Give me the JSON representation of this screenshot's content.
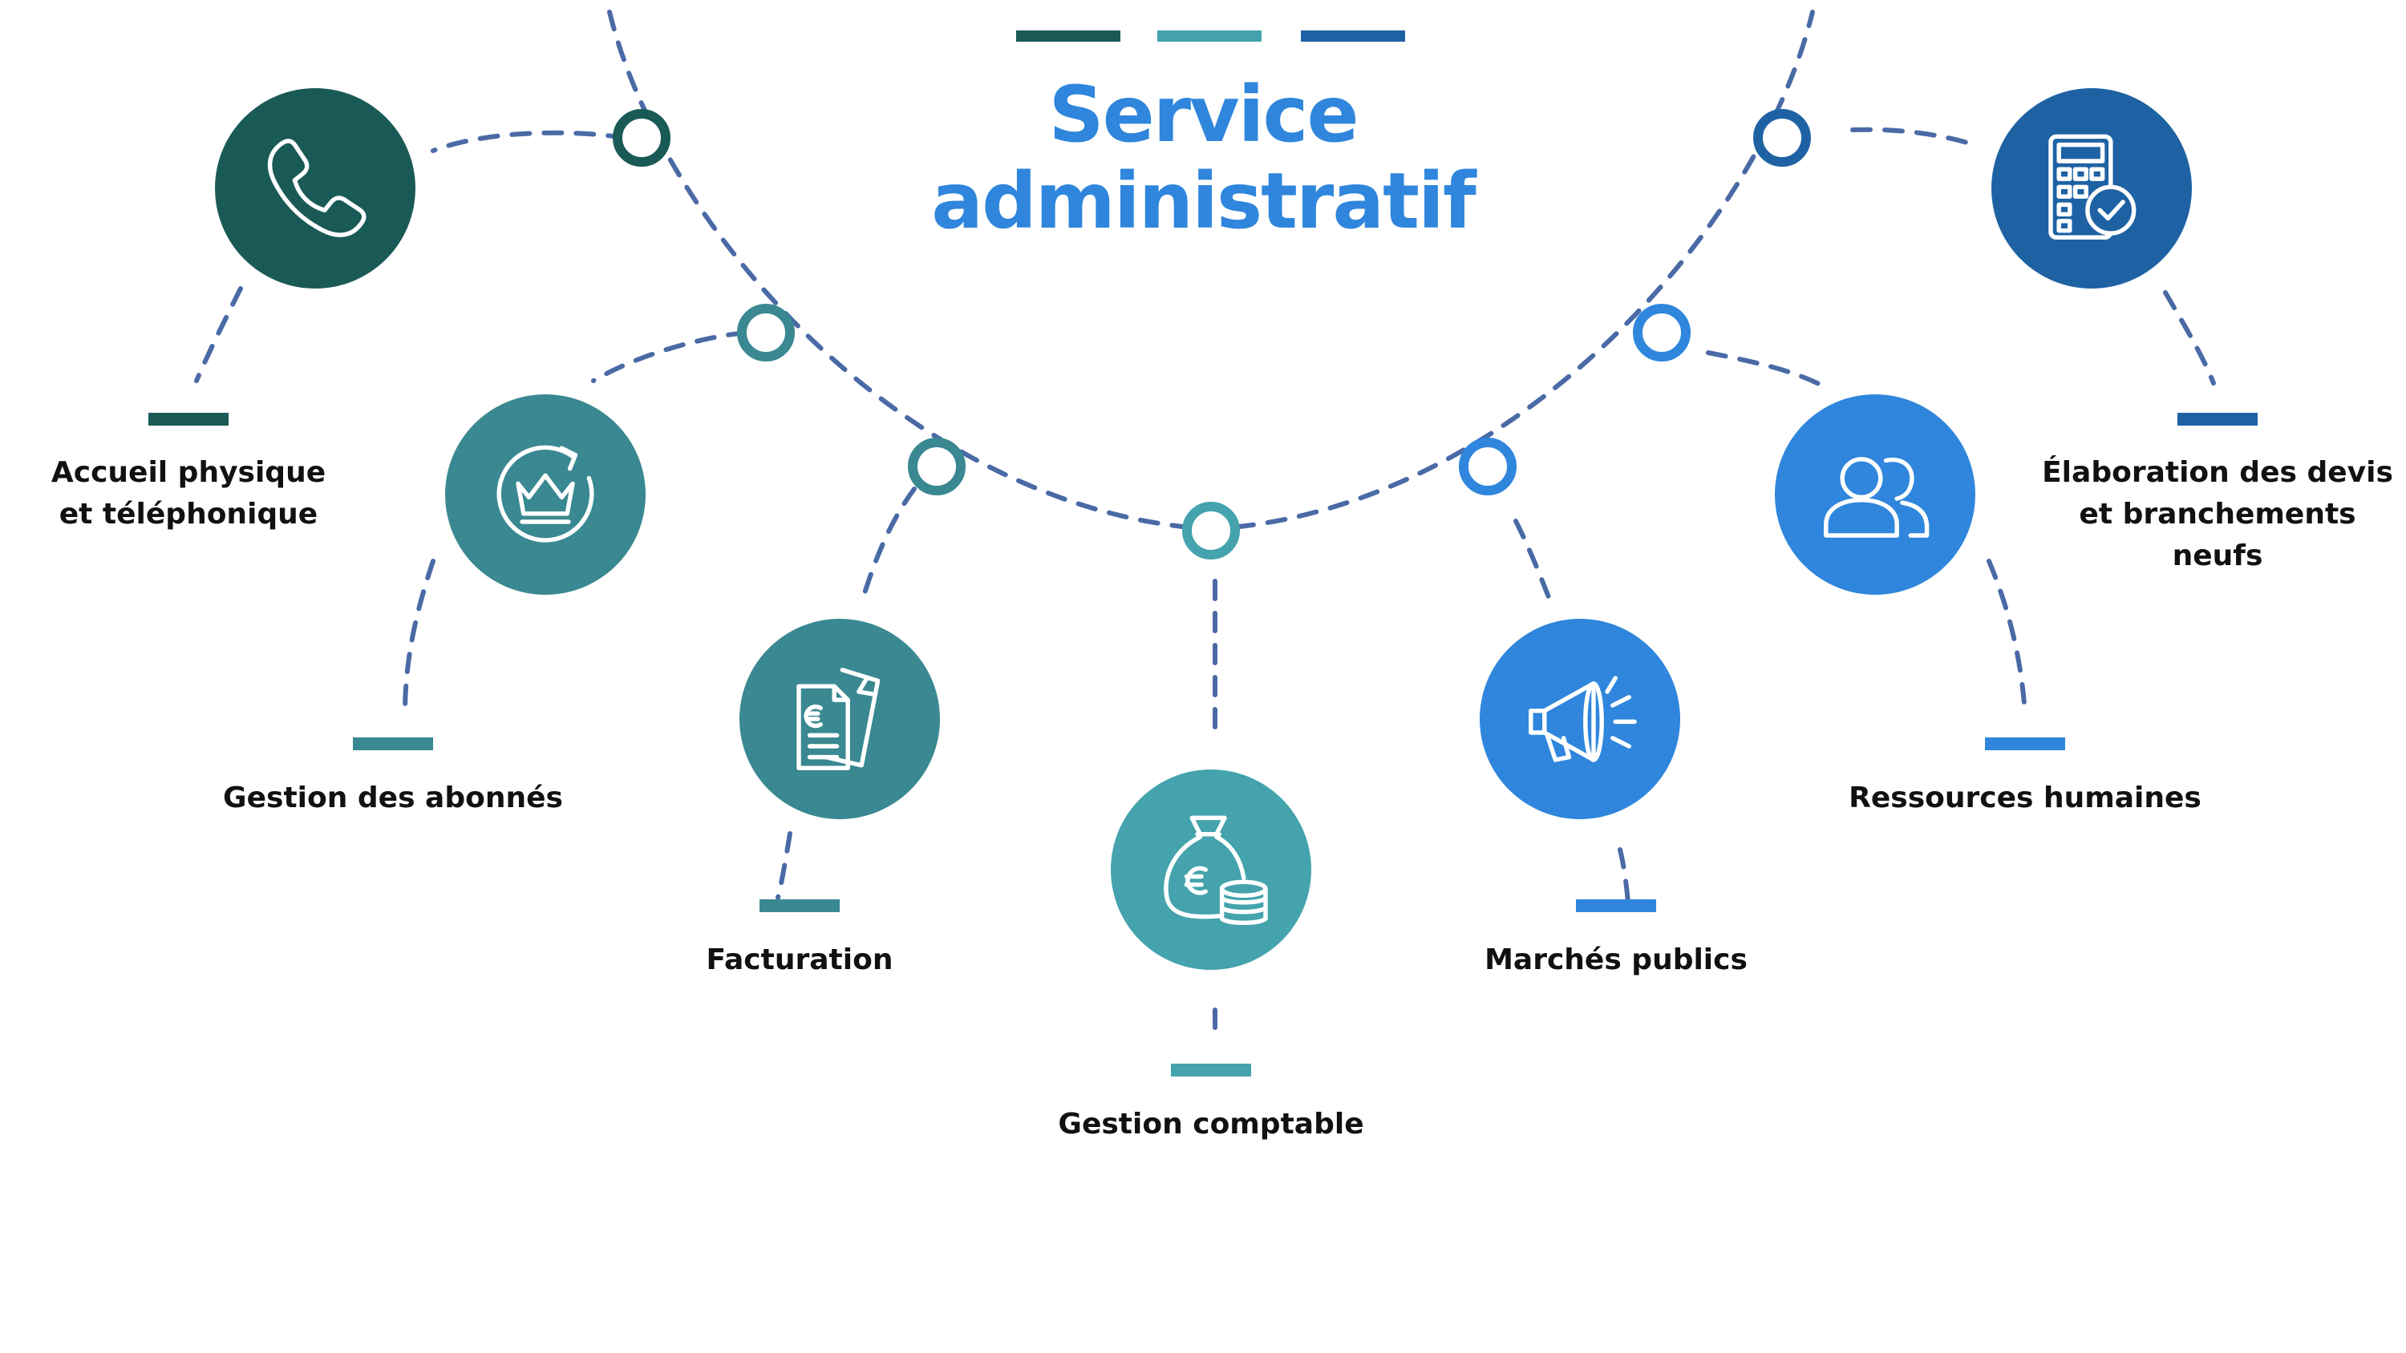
{
  "title": {
    "line1": "Service",
    "line2": "administratif"
  },
  "colors": {
    "title": "#2f86dc",
    "dash": "#4a6aa6",
    "palette": [
      "#1a5a56",
      "#3a8891",
      "#44a3ad",
      "#2f86dc",
      "#1e62a4"
    ]
  },
  "items": [
    {
      "label": "Accueil physique\net téléphonique",
      "icon": "phone-icon",
      "color": "#1a5a56"
    },
    {
      "label": "Gestion des abonnés",
      "icon": "crown-refresh-icon",
      "color": "#3a8891"
    },
    {
      "label": "Facturation",
      "icon": "invoice-euro-icon",
      "color": "#3a8891"
    },
    {
      "label": "Gestion comptable",
      "icon": "money-bag-coins-icon",
      "color": "#44a3ad"
    },
    {
      "label": "Marchés publics",
      "icon": "megaphone-icon",
      "color": "#2f86dc"
    },
    {
      "label": "Ressources humaines",
      "icon": "people-icon",
      "color": "#2f86dc"
    },
    {
      "label": "Élaboration des devis\net branchements\nneufs",
      "icon": "calculator-check-icon",
      "color": "#1e62a4"
    }
  ]
}
